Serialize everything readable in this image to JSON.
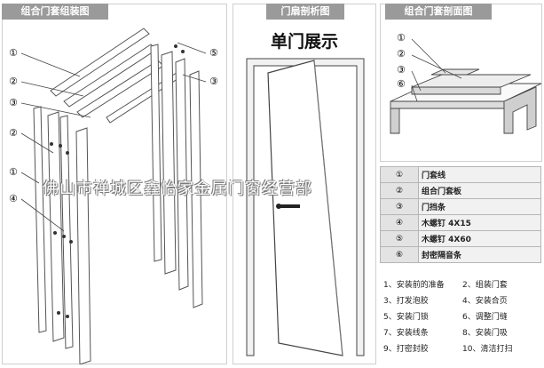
{
  "panels": {
    "assembly": {
      "title": "组合门套组装图"
    },
    "door": {
      "title": "门扇剖析图",
      "heading": "单门展示"
    },
    "section": {
      "title": "组合门套剖面图"
    }
  },
  "assembly_callouts": {
    "left": [
      "①",
      "②",
      "③",
      "②",
      "①",
      "④"
    ],
    "right": [
      "⑤",
      "③"
    ]
  },
  "section_callouts": [
    "①",
    "②",
    "③",
    "⑥"
  ],
  "legend": [
    {
      "num": "①",
      "text": "门套线"
    },
    {
      "num": "②",
      "text": "组合门套板"
    },
    {
      "num": "③",
      "text": "门挡条"
    },
    {
      "num": "④",
      "text": "木螺钉 4X15"
    },
    {
      "num": "⑤",
      "text": "木螺钉 4X60"
    },
    {
      "num": "⑥",
      "text": "封密隔音条"
    }
  ],
  "steps": [
    [
      "1、安装前的准备",
      "2、组装门套"
    ],
    [
      "3、打发泡胶",
      "4、安装合页"
    ],
    [
      "5、安装门锁",
      "6、调整门缝"
    ],
    [
      "7、安装线条",
      "8、安装门吸"
    ],
    [
      "9、打密封胶",
      "10、清洁打扫"
    ]
  ],
  "watermark": "佛山市禅城区鑫怡家金属门窗经营部"
}
